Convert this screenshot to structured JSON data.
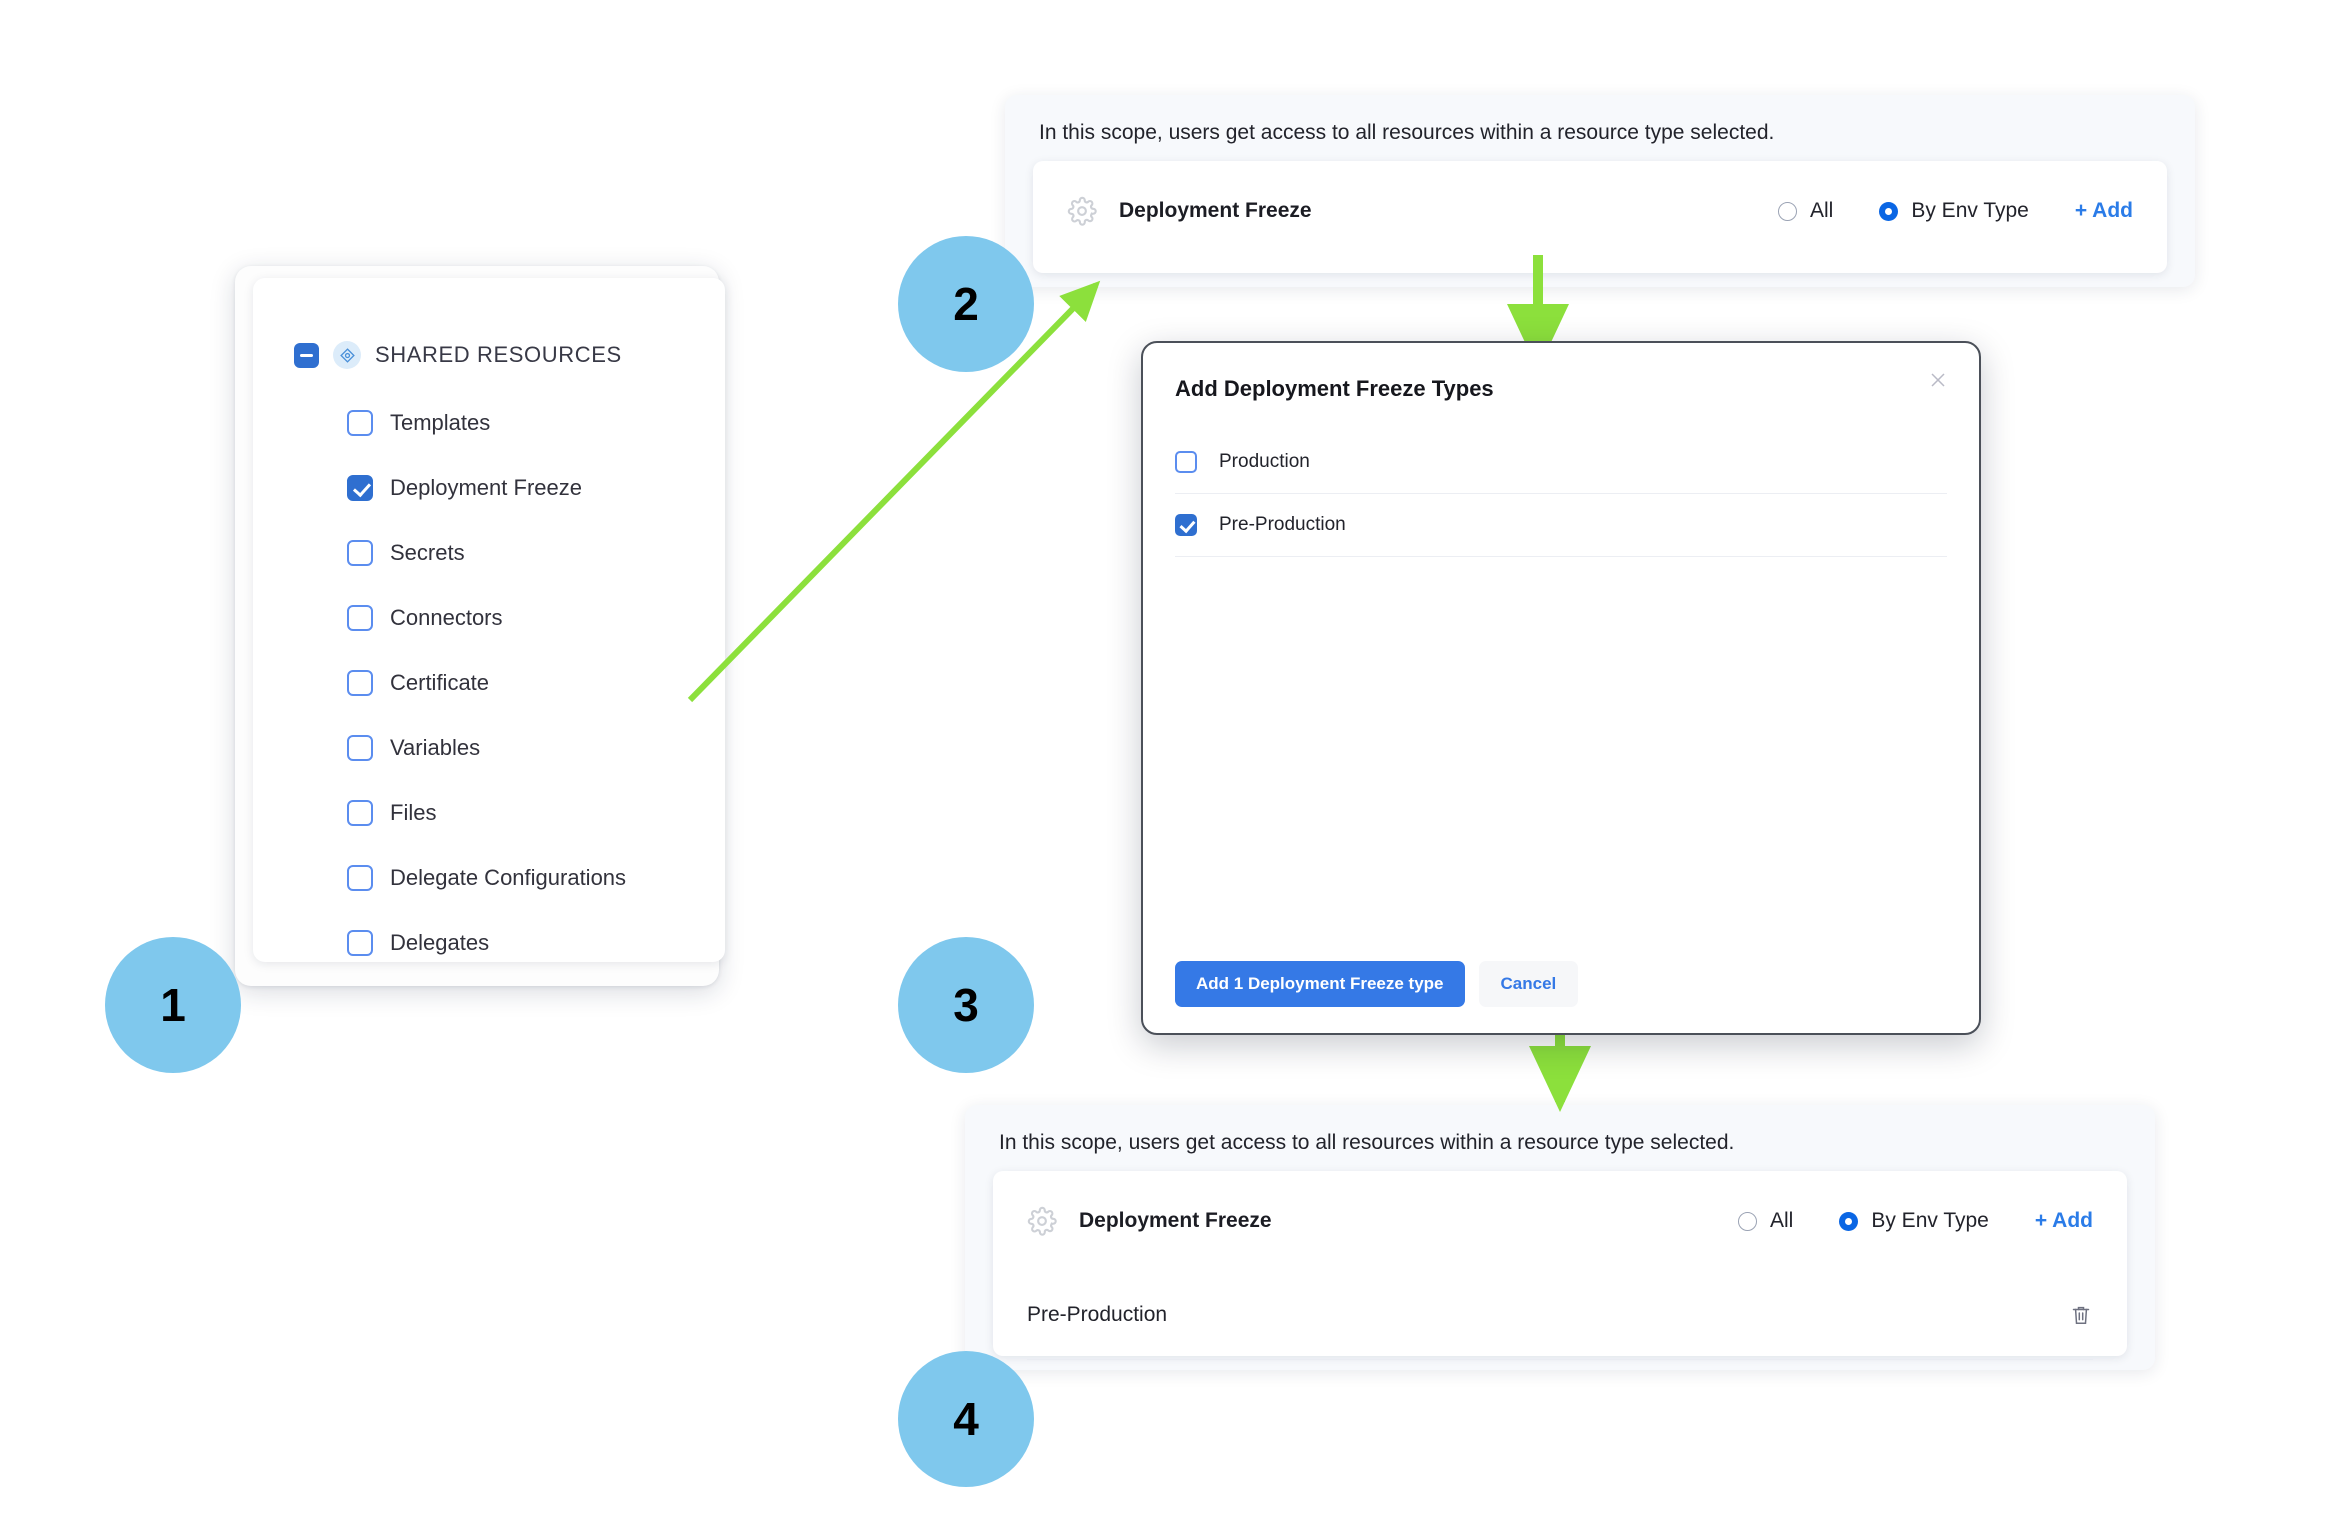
{
  "steps": [
    {
      "number": "1"
    },
    {
      "number": "2"
    },
    {
      "number": "3"
    },
    {
      "number": "4"
    }
  ],
  "shared_resources": {
    "header": "SHARED RESOURCES",
    "items": [
      {
        "label": "Templates",
        "checked": false
      },
      {
        "label": "Deployment Freeze",
        "checked": true
      },
      {
        "label": "Secrets",
        "checked": false
      },
      {
        "label": "Connectors",
        "checked": false
      },
      {
        "label": "Certificate",
        "checked": false
      },
      {
        "label": "Variables",
        "checked": false
      },
      {
        "label": "Files",
        "checked": false
      },
      {
        "label": "Delegate Configurations",
        "checked": false
      },
      {
        "label": "Delegates",
        "checked": false
      }
    ]
  },
  "scope_panel_top": {
    "note": "In this scope, users get access to all resources within a resource type selected.",
    "resource_name": "Deployment Freeze",
    "radio_all": "All",
    "radio_env": "By Env Type",
    "add_label": "+ Add"
  },
  "scope_panel_bottom": {
    "note": "In this scope, users get access to all resources within a resource type selected.",
    "resource_name": "Deployment Freeze",
    "radio_all": "All",
    "radio_env": "By Env Type",
    "add_label": "+ Add",
    "selected_value": "Pre-Production"
  },
  "modal": {
    "title": "Add Deployment Freeze Types",
    "options": [
      {
        "label": "Production",
        "checked": false
      },
      {
        "label": "Pre-Production",
        "checked": true
      }
    ],
    "confirm_label": "Add 1 Deployment Freeze type",
    "cancel_label": "Cancel"
  },
  "colors": {
    "step_circle": "#7fc8ed",
    "arrow": "#8ce03c",
    "accent_blue": "#2f6fd0",
    "link_blue": "#2b7ce8",
    "panel_bg": "#f7f9fc"
  }
}
